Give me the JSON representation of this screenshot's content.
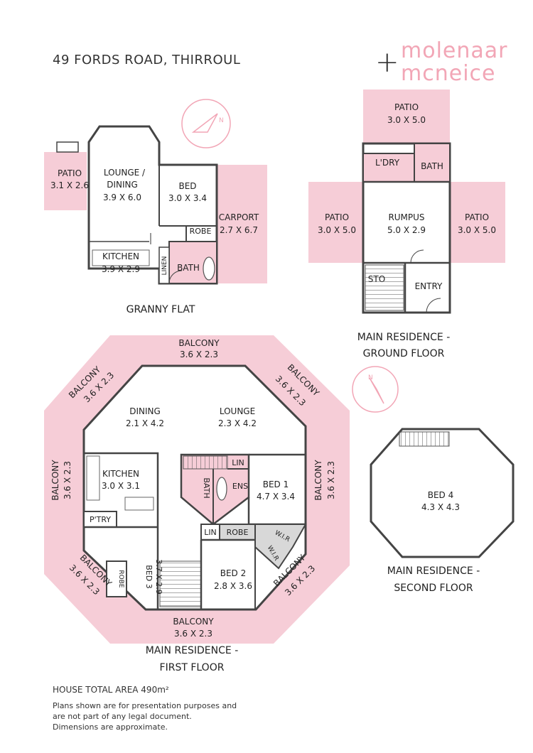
{
  "header": {
    "address": "49 FORDS ROAD, THIRROUL"
  },
  "logo": {
    "line1": "molenaar",
    "line2": "mcneice",
    "color": "#f2a6b6"
  },
  "colors": {
    "pink": "#f6cdd7",
    "wall": "#444444",
    "accent": "#f2a6b6"
  },
  "granny_flat": {
    "title": "GRANNY FLAT",
    "patio": {
      "name": "PATIO",
      "dims": "3.1 X 2.6"
    },
    "lounge": {
      "name1": "LOUNGE /",
      "name2": "DINING",
      "dims": "3.9 X 6.0"
    },
    "bed": {
      "name": "BED",
      "dims": "3.0 X 3.4"
    },
    "carport": {
      "name": "CARPORT",
      "dims": "2.7 X 6.7"
    },
    "robe": "ROBE",
    "kitchen": {
      "name": "KITCHEN",
      "dims": "3.9 X 2.9"
    },
    "linen": "LINEN",
    "bath": "BATH"
  },
  "ground_floor": {
    "title1": "MAIN RESIDENCE -",
    "title2": "GROUND FLOOR",
    "patio_top": {
      "name": "PATIO",
      "dims": "3.0 X 5.0"
    },
    "laundry": "L'DRY",
    "bath": "BATH",
    "patio_left": {
      "name": "PATIO",
      "dims": "3.0 X 5.0"
    },
    "rumpus": {
      "name": "RUMPUS",
      "dims": "5.0 X 2.9"
    },
    "patio_right": {
      "name": "PATIO",
      "dims": "3.0 X 5.0"
    },
    "storage": "STO",
    "entry": "ENTRY"
  },
  "first_floor": {
    "title1": "MAIN RESIDENCE -",
    "title2": "FIRST FLOOR",
    "balcony_top": {
      "name": "BALCONY",
      "dims": "3.6 X 2.3"
    },
    "balcony_tl": {
      "name": "BALCONY",
      "dims": "3.6 X 2.3"
    },
    "balcony_tr": {
      "name": "BALCONY",
      "dims": "3.6 X 2.3"
    },
    "balcony_left": {
      "name": "BALCONY",
      "dims": "3.6 X 2.3"
    },
    "balcony_right": {
      "name": "BALCONY",
      "dims": "3.6 X 2.3"
    },
    "balcony_bl": {
      "name": "BALCONY",
      "dims": "3.6 X 2.3"
    },
    "balcony_br": {
      "name": "BALCONY",
      "dims": "3.6 X 2.3"
    },
    "balcony_bottom": {
      "name": "BALCONY",
      "dims": "3.6 X 2.3"
    },
    "dining": {
      "name": "DINING",
      "dims": "2.1 X 4.2"
    },
    "lounge": {
      "name": "LOUNGE",
      "dims": "2.3 X 4.2"
    },
    "kitchen": {
      "name": "KITCHEN",
      "dims": "3.0 X 3.1"
    },
    "pantry": "P'TRY",
    "bath": "BATH",
    "ensuite": "ENS",
    "lin1": "LIN",
    "lin2": "LIN",
    "robe": "ROBE",
    "wir1": "W.I.R",
    "wir2": "W.I.R",
    "bed1": {
      "name": "BED 1",
      "dims": "4.7 X 3.4"
    },
    "bed2": {
      "name": "BED 2",
      "dims": "2.8 X 3.6"
    },
    "bed3": {
      "name": "BED 3",
      "dims": "3.7 X 2.9"
    },
    "robe_bed3": "ROBE"
  },
  "second_floor": {
    "title1": "MAIN RESIDENCE -",
    "title2": "SECOND FLOOR",
    "bed4": {
      "name": "BED 4",
      "dims": "4.3 X 4.3"
    }
  },
  "footer": {
    "total_area": "HOUSE TOTAL AREA 490m²",
    "note1": "Plans shown are for presentation purposes and",
    "note2": "are not part of any legal document.",
    "note3": "Dimensions are approximate."
  }
}
